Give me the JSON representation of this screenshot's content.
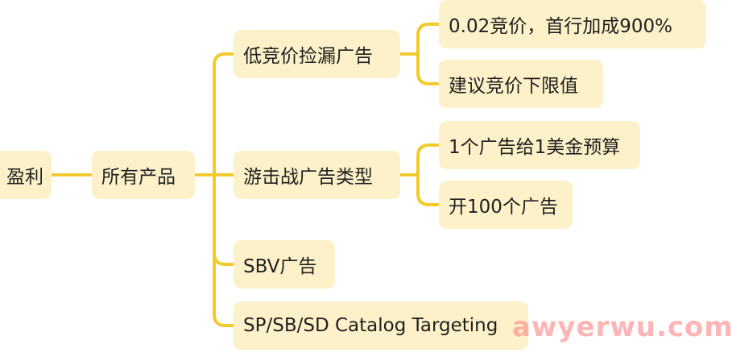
{
  "colors": {
    "node_fill": "#fdf1c9",
    "connector": "#f1cb2e",
    "text": "#1f1f1f",
    "watermark": "#ff7878"
  },
  "mindmap": {
    "root": {
      "label": "盈利"
    },
    "level1": {
      "label": "所有产品"
    },
    "branches": [
      {
        "label": "低竞价捡漏广告",
        "children": [
          {
            "label": "0.02竞价，首行加成900%"
          },
          {
            "label": "建议竞价下限值"
          }
        ]
      },
      {
        "label": "游击战广告类型",
        "children": [
          {
            "label": "1个广告给1美金预算"
          },
          {
            "label": "开100个广告"
          }
        ]
      },
      {
        "label": "SBV广告"
      },
      {
        "label": "SP/SB/SD Catalog Targeting"
      }
    ]
  },
  "watermark": "awyerwu.com"
}
